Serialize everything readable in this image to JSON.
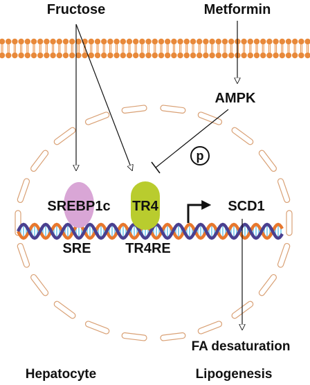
{
  "labels": {
    "fructose": "Fructose",
    "metformin": "Metformin",
    "ampk": "AMPK",
    "phospho": "p",
    "srebp1c": "SREBP1c",
    "tr4": "TR4",
    "scd1": "SCD1",
    "sre": "SRE",
    "tr4re": "TR4RE",
    "fa_desaturation": "FA desaturation",
    "hepatocyte": "Hepatocyte",
    "lipogenesis": "Lipogenesis"
  },
  "colors": {
    "membrane": "#e8893a",
    "nucleus_outline": "#d9a074",
    "srebp1c": "#d9a6d6",
    "tr4": "#b9cc2e",
    "dna_strand_a": "#e7772d",
    "dna_strand_b": "#4a3f8f",
    "dna_rungs": "#8fd3f0",
    "arrows": "#111111"
  }
}
